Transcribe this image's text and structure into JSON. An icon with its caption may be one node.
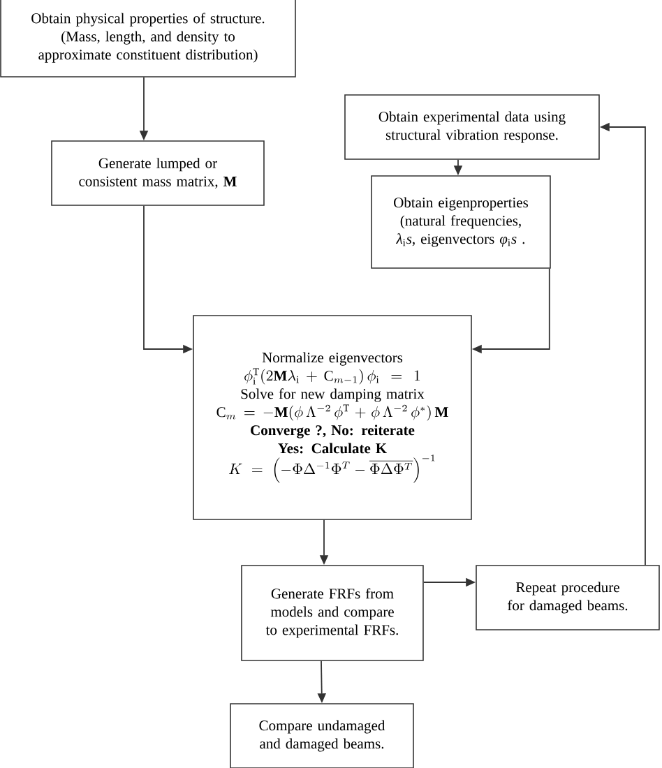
{
  "diagram": {
    "nodes": [
      {
        "text": [
          "Obtain physical properties of structure. (Mass, length, and density to approximate constituent distribution)"
        ]
      },
      {
        "text": [
          "Generate lumped or consistent mass matrix, **M**"
        ]
      },
      {
        "text": [
          "Obtain experimental data using structural vibration response."
        ]
      },
      {
        "text": [
          "Obtain eigenproperties (natural frequencies, *λ*$_{i}$*s*, eigenvectors *φ*$_{i}$*s* ."
        ]
      },
      {
        "text": [
          "Normalize eigenvectors",
          "\\phi^{\\mathrm{T}}_{\\mathrm{i}}(2\\mathbf{M}\\lambda_{\\mathrm{i}}+\\mathrm{C}_{m-1})\\,\\phi_{\\mathrm{i}}=1",
          "Solve for new damping matrix",
          "\\mathrm{C}_{m}=-\\mathbf{M}(\\phi\\,\\Lambda^{-2}\\,\\phi^{\\mathrm{T}}+\\phi\\,\\Lambda^{-2}\\,\\phi^{*})\\,\\mathbf{M}",
          "Converge ?, No: reiterate",
          "Yes: Calculate K",
          "K=\\left(-\\Phi\\Delta^{-1}\\Phi^{T}-\\overline{\\Phi\\Delta\\Phi^{T}}\\right)^{-1}"
        ]
      },
      {
        "text": [
          "Generate FRFs from models and compare to experimental FRFs."
        ]
      },
      {
        "text": [
          "Repeat procedure for damaged beams."
        ]
      },
      {
        "text": [
          "Compare undamaged and damaged beams."
        ]
      }
    ],
    "edges": [
      {
        "from": 0,
        "to": 1,
        "arrow": "to"
      },
      {
        "from": 1,
        "to": 4,
        "arrow": "to"
      },
      {
        "from": 2,
        "to": 3,
        "arrow": "to"
      },
      {
        "from": 3,
        "to": 4,
        "arrow": "to"
      },
      {
        "from": 4,
        "to": 5,
        "arrow": "to"
      },
      {
        "from": 5,
        "to": 6,
        "arrow": "to"
      },
      {
        "from": 6,
        "to": 2,
        "arrow": "to"
      },
      {
        "from": 5,
        "to": 7,
        "arrow": "to"
      }
    ]
  }
}
